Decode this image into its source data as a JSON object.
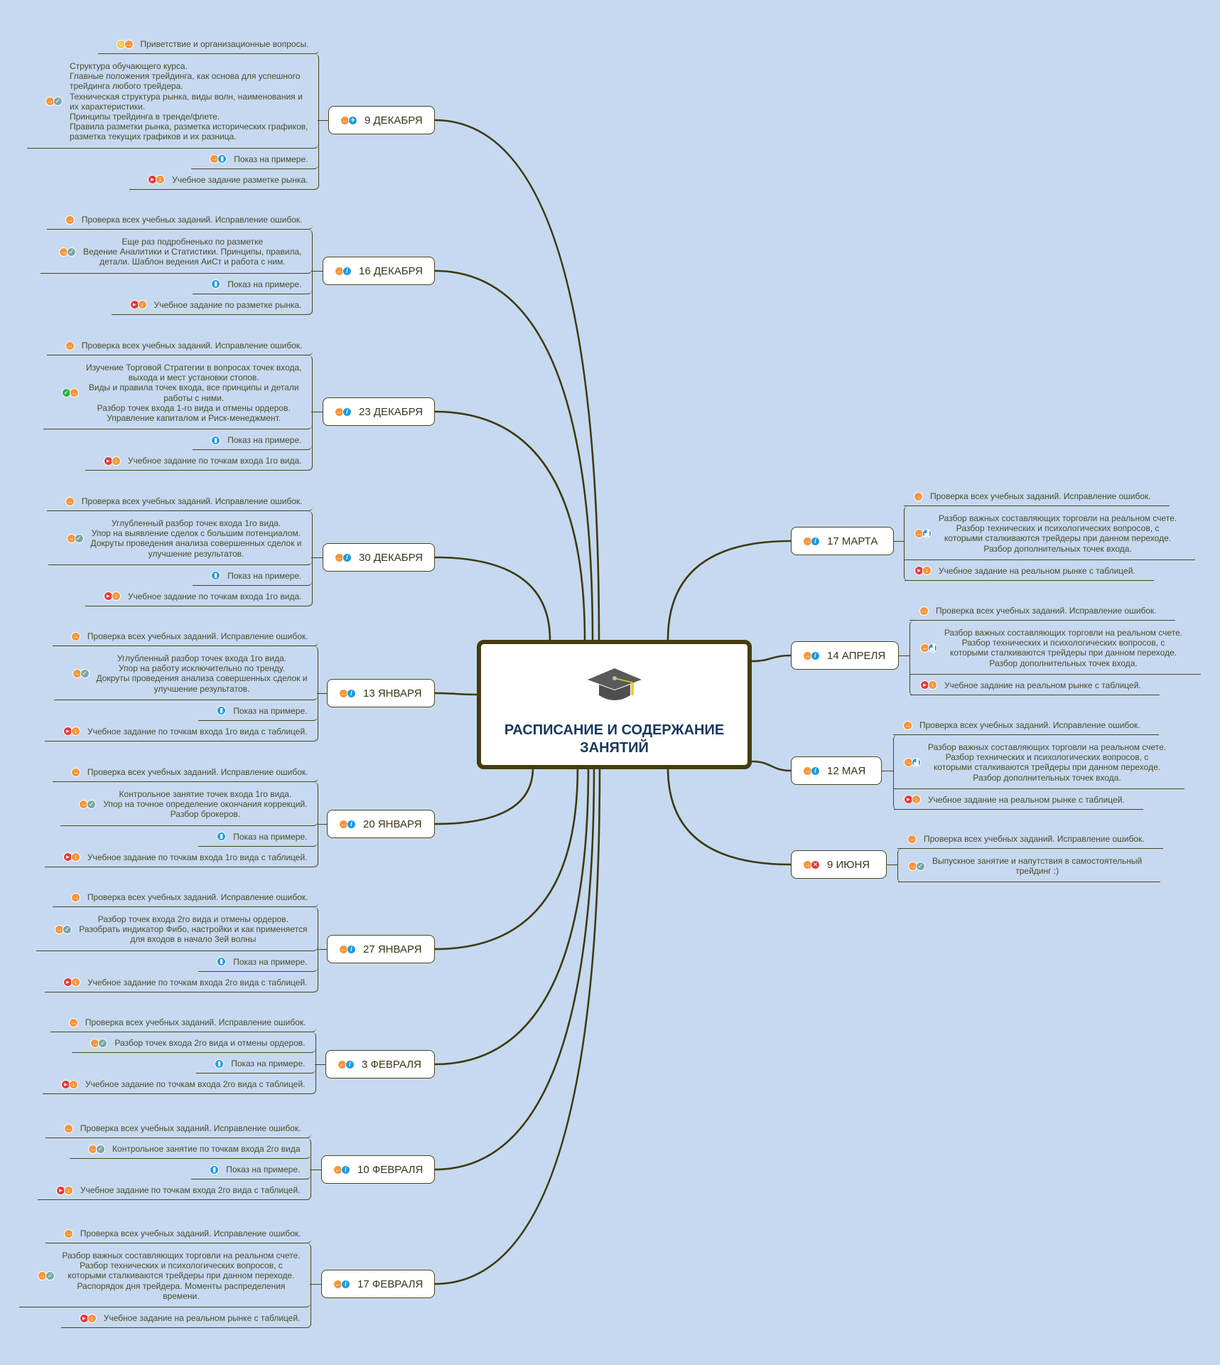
{
  "title": "РАСПИСАНИЕ И СОДЕРЖАНИЕ ЗАНЯТИЙ",
  "center_icon": "graduation-cap-icon",
  "colors": {
    "background": "#c6d9f0",
    "line": "#4a4418",
    "title": "#17375e",
    "orange": "#f7953b",
    "blue": "#1e9be0",
    "teal": "#7ba7a5",
    "red": "#e03b3b",
    "yellow": "#f5c23c",
    "green": "#2db14b"
  },
  "branches_left": [
    {
      "date": "9 ДЕКАБРЯ",
      "icons": [
        "arrow-left",
        "plane"
      ],
      "children": [
        {
          "icons": [
            "smiley",
            "arrow-right"
          ],
          "text": "Приветствие и организационные вопросы."
        },
        {
          "icons": [
            "arrow-right",
            "check-teal"
          ],
          "text": "Структура обучающего курса.\nГлавные положения трейдинга, как основа для успешного\nтрейдинга любого трейдера.\nТехническая структура рынка, виды волн, наименования и\nих характеристики.\nПринципы трейдинга в тренде/флете.\nПравила разметки рынка, разметка исторических графиков,\nразметка текущих графиков и их разница."
        },
        {
          "icons": [
            "arrow-right",
            "chart"
          ],
          "text": "Показ на примере."
        },
        {
          "icons": [
            "flag",
            "arrow-down"
          ],
          "text": "Учебное задание разметке рынка."
        }
      ]
    },
    {
      "date": "16 ДЕКАБРЯ",
      "icons": [
        "arrow-left",
        "pencil"
      ],
      "children": [
        {
          "icons": [
            "arrow-right"
          ],
          "text": "Проверка всех учебных заданий. Исправление ошибок."
        },
        {
          "icons": [
            "arrow-right",
            "check-teal"
          ],
          "text": "Еще раз подробненько по разметке\nВедение Аналитики и Статистики. Принципы, правила,\nдетали. Шаблон ведения АиСт и работа с ним."
        },
        {
          "icons": [
            "chart"
          ],
          "text": "Показ на примере."
        },
        {
          "icons": [
            "flag",
            "arrow-down"
          ],
          "text": "Учебное задание по разметке рынка."
        }
      ]
    },
    {
      "date": "23 ДЕКАБРЯ",
      "icons": [
        "arrow-left",
        "pencil"
      ],
      "children": [
        {
          "icons": [
            "arrow-right"
          ],
          "text": "Проверка всех учебных заданий. Исправление ошибок."
        },
        {
          "icons": [
            "check-green",
            "arrow-right"
          ],
          "text": "Изучение Торговой Стратегии в вопросах точек входа,\nвыхода и мест установки стопов.\nВиды и правила точек входа, все принципы и детали\nработы с ними.\nРазбор точек входа 1-го вида и отмены ордеров.\nУправление капиталом и Риск-менеджмент."
        },
        {
          "icons": [
            "chart"
          ],
          "text": "Показ на примере."
        },
        {
          "icons": [
            "flag",
            "arrow-down"
          ],
          "text": "Учебное задание по точкам входа 1го вида."
        }
      ]
    },
    {
      "date": "30 ДЕКАБРЯ",
      "icons": [
        "arrow-left",
        "pencil"
      ],
      "children": [
        {
          "icons": [
            "arrow-right"
          ],
          "text": "Проверка всех учебных заданий. Исправление ошибок."
        },
        {
          "icons": [
            "arrow-right",
            "check-teal"
          ],
          "text": "Углубленный разбор точек входа 1го вида.\nУпор на выявление сделок с большим потенциалом.\nДокруты проведения анализа совершенных сделок и\nулучшение результатов."
        },
        {
          "icons": [
            "chart"
          ],
          "text": "Показ на примере."
        },
        {
          "icons": [
            "flag",
            "arrow-down"
          ],
          "text": "Учебное задание по точкам входа 1го вида."
        }
      ]
    },
    {
      "date": "13 ЯНВАРЯ",
      "icons": [
        "arrow-left",
        "pencil"
      ],
      "children": [
        {
          "icons": [
            "arrow-right"
          ],
          "text": "Проверка всех учебных заданий. Исправление ошибок."
        },
        {
          "icons": [
            "arrow-right",
            "check-teal"
          ],
          "text": "Углубленный разбор точек входа 1го вида.\nУпор на работу исключительно по тренду.\nДокруты проведения анализа совершенных сделок и\nулучшение результатов."
        },
        {
          "icons": [
            "chart"
          ],
          "text": "Показ на примере."
        },
        {
          "icons": [
            "flag",
            "arrow-down"
          ],
          "text": "Учебное задание по точкам входа 1го вида с таблицей."
        }
      ]
    },
    {
      "date": "20 ЯНВАРЯ",
      "icons": [
        "arrow-left",
        "pencil"
      ],
      "children": [
        {
          "icons": [
            "arrow-right"
          ],
          "text": "Проверка всех учебных заданий. Исправление ошибок."
        },
        {
          "icons": [
            "arrow-right",
            "check-teal"
          ],
          "text": "Контрольное занятие точек входа 1го вида.\nУпор на точное определение окончания коррекций.\nРазбор брокеров."
        },
        {
          "icons": [
            "chart"
          ],
          "text": "Показ на примере."
        },
        {
          "icons": [
            "flag",
            "arrow-down"
          ],
          "text": "Учебное задание по точкам входа 1го вида с таблицей."
        }
      ]
    },
    {
      "date": "27 ЯНВАРЯ",
      "icons": [
        "arrow-left",
        "pencil"
      ],
      "children": [
        {
          "icons": [
            "arrow-right"
          ],
          "text": "Проверка всех учебных заданий. Исправление ошибок."
        },
        {
          "icons": [
            "arrow-right",
            "check-teal"
          ],
          "text": "Разбор точек входа 2го вида и отмены ордеров.\nРазобрать индикатор Фибо, настройки и как применяется\nдля входов в начало 3ей волны"
        },
        {
          "icons": [
            "chart"
          ],
          "text": "Показ на примере."
        },
        {
          "icons": [
            "flag",
            "arrow-down"
          ],
          "text": "Учебное задание по точкам входа 2го вида с таблицей."
        }
      ]
    },
    {
      "date": "3 ФЕВРАЛЯ",
      "icons": [
        "arrow-left",
        "pencil"
      ],
      "children": [
        {
          "icons": [
            "arrow-right"
          ],
          "text": "Проверка всех учебных заданий. Исправление ошибок."
        },
        {
          "icons": [
            "arrow-right",
            "check-teal"
          ],
          "text": "Разбор точек входа 2го вида и отмены ордеров."
        },
        {
          "icons": [
            "chart"
          ],
          "text": "Показ на примере."
        },
        {
          "icons": [
            "flag",
            "arrow-down"
          ],
          "text": "Учебное задание по точкам входа 2го вида с таблицей."
        }
      ]
    },
    {
      "date": "10 ФЕВРАЛЯ",
      "icons": [
        "arrow-left",
        "pencil"
      ],
      "children": [
        {
          "icons": [
            "arrow-right"
          ],
          "text": "Проверка всех учебных заданий. Исправление ошибок."
        },
        {
          "icons": [
            "arrow-right",
            "check-teal"
          ],
          "text": "Контрольное занятие по точкам входа 2го вида"
        },
        {
          "icons": [
            "chart"
          ],
          "text": "Показ на примере."
        },
        {
          "icons": [
            "flag",
            "arrow-down"
          ],
          "text": "Учебное задание по точкам входа 2го вида с таблицей."
        }
      ]
    },
    {
      "date": "17 ФЕВРАЛЯ",
      "icons": [
        "arrow-left",
        "pencil"
      ],
      "children": [
        {
          "icons": [
            "arrow-right"
          ],
          "text": "Проверка всех учебных заданий. Исправление ошибок."
        },
        {
          "icons": [
            "arrow-right",
            "check-teal"
          ],
          "text": "Разбор важных составляющих торговли на реальном счете.\nРазбор технических и психологических вопросов, с\nкоторыми сталкиваются трейдеры при данном переходе.\nРаспорядок дня трейдера. Моменты распределения\nвремени."
        },
        {
          "icons": [
            "flag",
            "arrow-down"
          ],
          "text": "Учебное задание на реальном рынке с таблицей."
        }
      ]
    }
  ],
  "branches_right": [
    {
      "date": "17 МАРТА",
      "icons": [
        "arrow-right",
        "pencil"
      ],
      "children": [
        {
          "icons": [
            "arrow-right"
          ],
          "text": "Проверка всех учебных заданий. Исправление ошибок."
        },
        {
          "icons": [
            "arrow-right",
            "picture"
          ],
          "text": "Разбор важных составляющих торговли на реальном счете.\nРазбор технических и психологических вопросов, с\nкоторыми сталкиваются трейдеры при данном переходе.\nРазбор дополнительных точек входа."
        },
        {
          "icons": [
            "flag",
            "arrow-down"
          ],
          "text": "Учебное задание на реальном рынке с таблицей."
        }
      ]
    },
    {
      "date": "14 АПРЕЛЯ",
      "icons": [
        "arrow-right",
        "pencil"
      ],
      "children": [
        {
          "icons": [
            "arrow-right"
          ],
          "text": "Проверка всех учебных заданий. Исправление ошибок."
        },
        {
          "icons": [
            "arrow-right",
            "picture"
          ],
          "text": "Разбор важных составляющих торговли на реальном счете.\nРазбор технических и психологических вопросов, с\nкоторыми сталкиваются трейдеры при данном переходе.\nРазбор дополнительных точек входа."
        },
        {
          "icons": [
            "flag",
            "arrow-down"
          ],
          "text": "Учебное задание на реальном рынке с таблицей."
        }
      ]
    },
    {
      "date": "12 МАЯ",
      "icons": [
        "arrow-right",
        "pencil"
      ],
      "children": [
        {
          "icons": [
            "arrow-right"
          ],
          "text": "Проверка всех учебных заданий. Исправление ошибок."
        },
        {
          "icons": [
            "arrow-right",
            "picture"
          ],
          "text": "Разбор важных составляющих торговли на реальном счете.\nРазбор технических и психологических вопросов, с\nкоторыми сталкиваются трейдеры при данном переходе.\nРазбор дополнительных точек входа."
        },
        {
          "icons": [
            "flag",
            "arrow-down"
          ],
          "text": "Учебное задание на реальном рынке с таблицей."
        }
      ]
    },
    {
      "date": "9 ИЮНЯ",
      "icons": [
        "arrow-right",
        "close-red"
      ],
      "children": [
        {
          "icons": [
            "arrow-right"
          ],
          "text": "Проверка всех учебных заданий. Исправление ошибок."
        },
        {
          "icons": [
            "arrow-right",
            "check-teal"
          ],
          "text": "Выпускное занятие и напутствия в самостоятельный\nтрейдинг :)"
        }
      ]
    }
  ]
}
